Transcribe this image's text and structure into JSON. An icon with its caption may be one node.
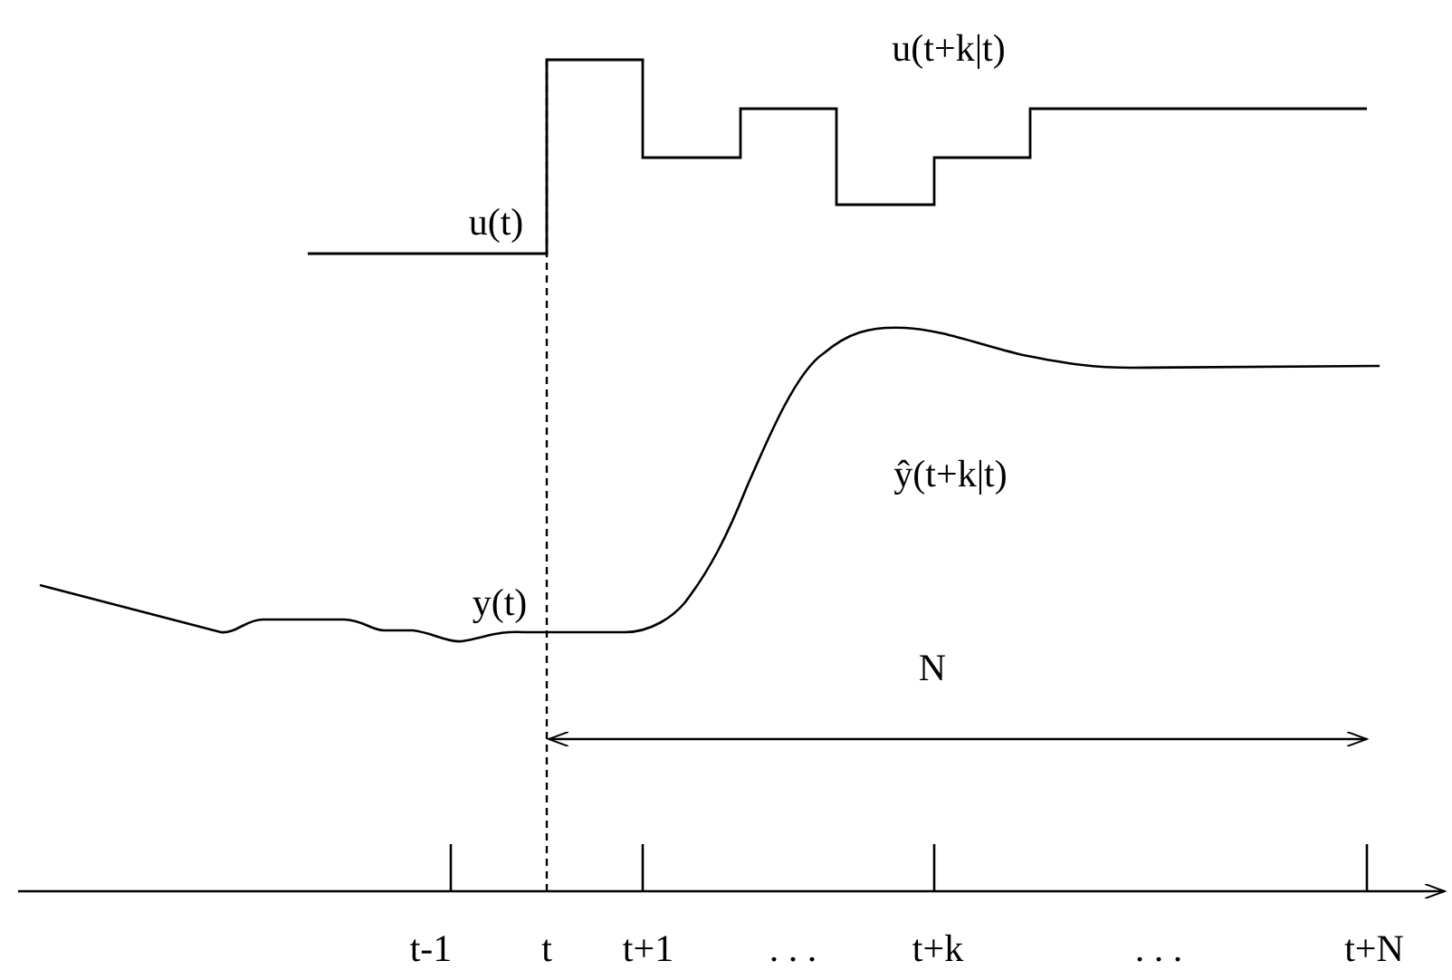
{
  "diagram": {
    "labels": [
      "u(t+k|t)",
      "u(t)",
      "ŷ(t+k|t)",
      "y(t)",
      "N",
      "t-1",
      "t",
      "t+1",
      ". . .",
      "t+k",
      ". . .",
      "t+N"
    ]
  }
}
